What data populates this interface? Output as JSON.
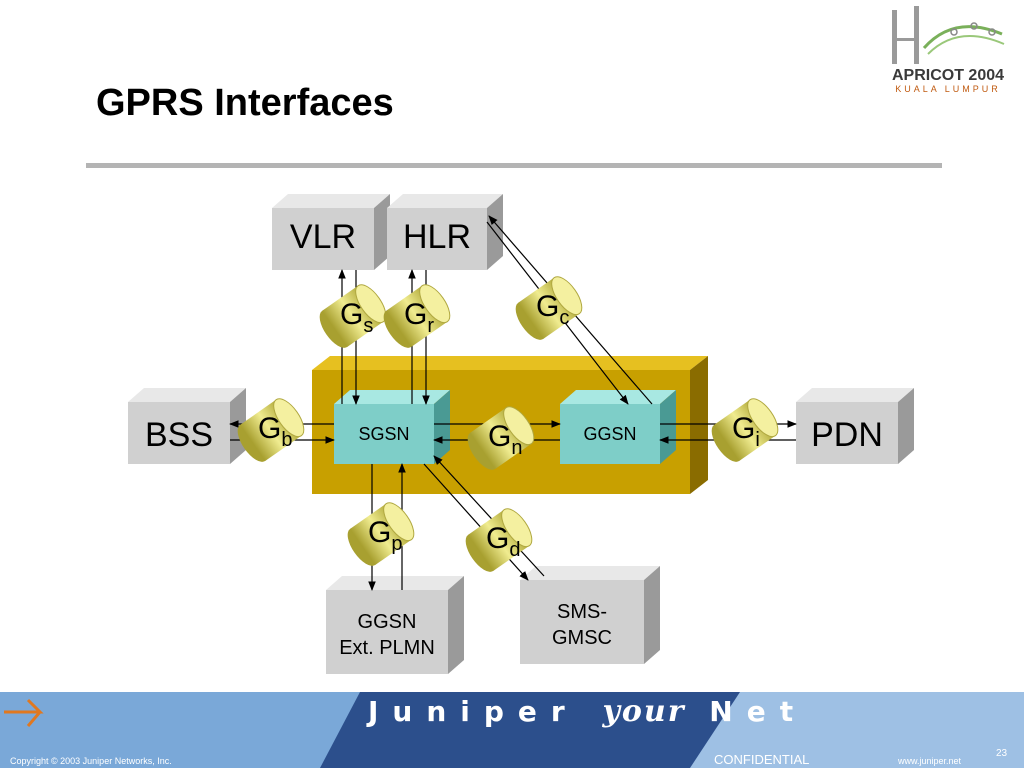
{
  "slide": {
    "title": "GPRS Interfaces",
    "logo": {
      "name": "APRICOT 2004",
      "city": "KUALA LUMPUR"
    },
    "footer": {
      "brand_left": "Juniper",
      "brand_script": "your",
      "brand_right": "Net",
      "copyright": "Copyright © 2003 Juniper Networks, Inc.",
      "confidential": "CONFIDENTIAL",
      "website": "www.juniper.net",
      "page_number": "23"
    }
  },
  "diagram": {
    "nodes": {
      "vlr": "VLR",
      "hlr": "HLR",
      "bss": "BSS",
      "pdn": "PDN",
      "sgsn": "SGSN",
      "ggsn": "GGSN",
      "ggsn_ext_line1": "GGSN",
      "ggsn_ext_line2": "Ext. PLMN",
      "smsgmsc_line1": "SMS-",
      "smsgmsc_line2": "GMSC"
    },
    "interfaces": {
      "gs": {
        "letter": "G",
        "sub": "s"
      },
      "gr": {
        "letter": "G",
        "sub": "r"
      },
      "gc": {
        "letter": "G",
        "sub": "c"
      },
      "gb": {
        "letter": "G",
        "sub": "b"
      },
      "gn": {
        "letter": "G",
        "sub": "n"
      },
      "gi": {
        "letter": "G",
        "sub": "i"
      },
      "gp": {
        "letter": "G",
        "sub": "p"
      },
      "gd": {
        "letter": "G",
        "sub": "d"
      }
    },
    "colors": {
      "core_box": "#c8a000",
      "node_teal": "#7ecec8",
      "node_gray": "#d0d0d0",
      "cylinder": "#e6e060"
    }
  }
}
